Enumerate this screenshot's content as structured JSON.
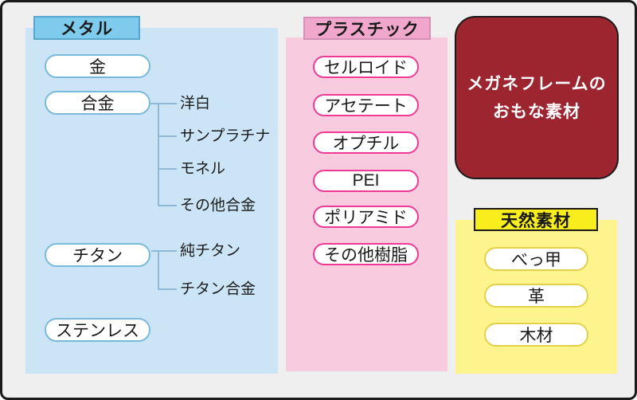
{
  "diagram": {
    "title": {
      "line1": "メガネフレームの",
      "line2": "おもな素材"
    },
    "metal": {
      "header": "メタル",
      "items": {
        "gold": "金",
        "alloy": "合金",
        "titanium": "チタン",
        "stainless": "ステンレス"
      },
      "alloy_children": [
        "洋白",
        "サンプラチナ",
        "モネル",
        "その他合金"
      ],
      "titanium_children": [
        "純チタン",
        "チタン合金"
      ]
    },
    "plastic": {
      "header": "プラスチック",
      "items": [
        "セルロイド",
        "アセテート",
        "オプチル",
        "PEI",
        "ポリアミド",
        "その他樹脂"
      ]
    },
    "natural": {
      "header": "天然素材",
      "items": [
        "べっ甲",
        "革",
        "木材"
      ]
    },
    "colors": {
      "background": "#efefef",
      "frame_border": "#1a1a1a",
      "metal_panel": "#cbe5f6",
      "metal_header": "#7ecbee",
      "metal_pill_border": "#79b9dc",
      "tree_line": "#8fb9d6",
      "plastic_panel": "#f8cbdf",
      "plastic_header": "#f1a7cb",
      "plastic_pill_border": "#ee3a96",
      "natural_panel": "#fdf48d",
      "natural_header": "#f8ed1d",
      "natural_pill_border": "#e5d04a",
      "title_box": "#9c2530",
      "title_text": "#ffffff"
    }
  }
}
